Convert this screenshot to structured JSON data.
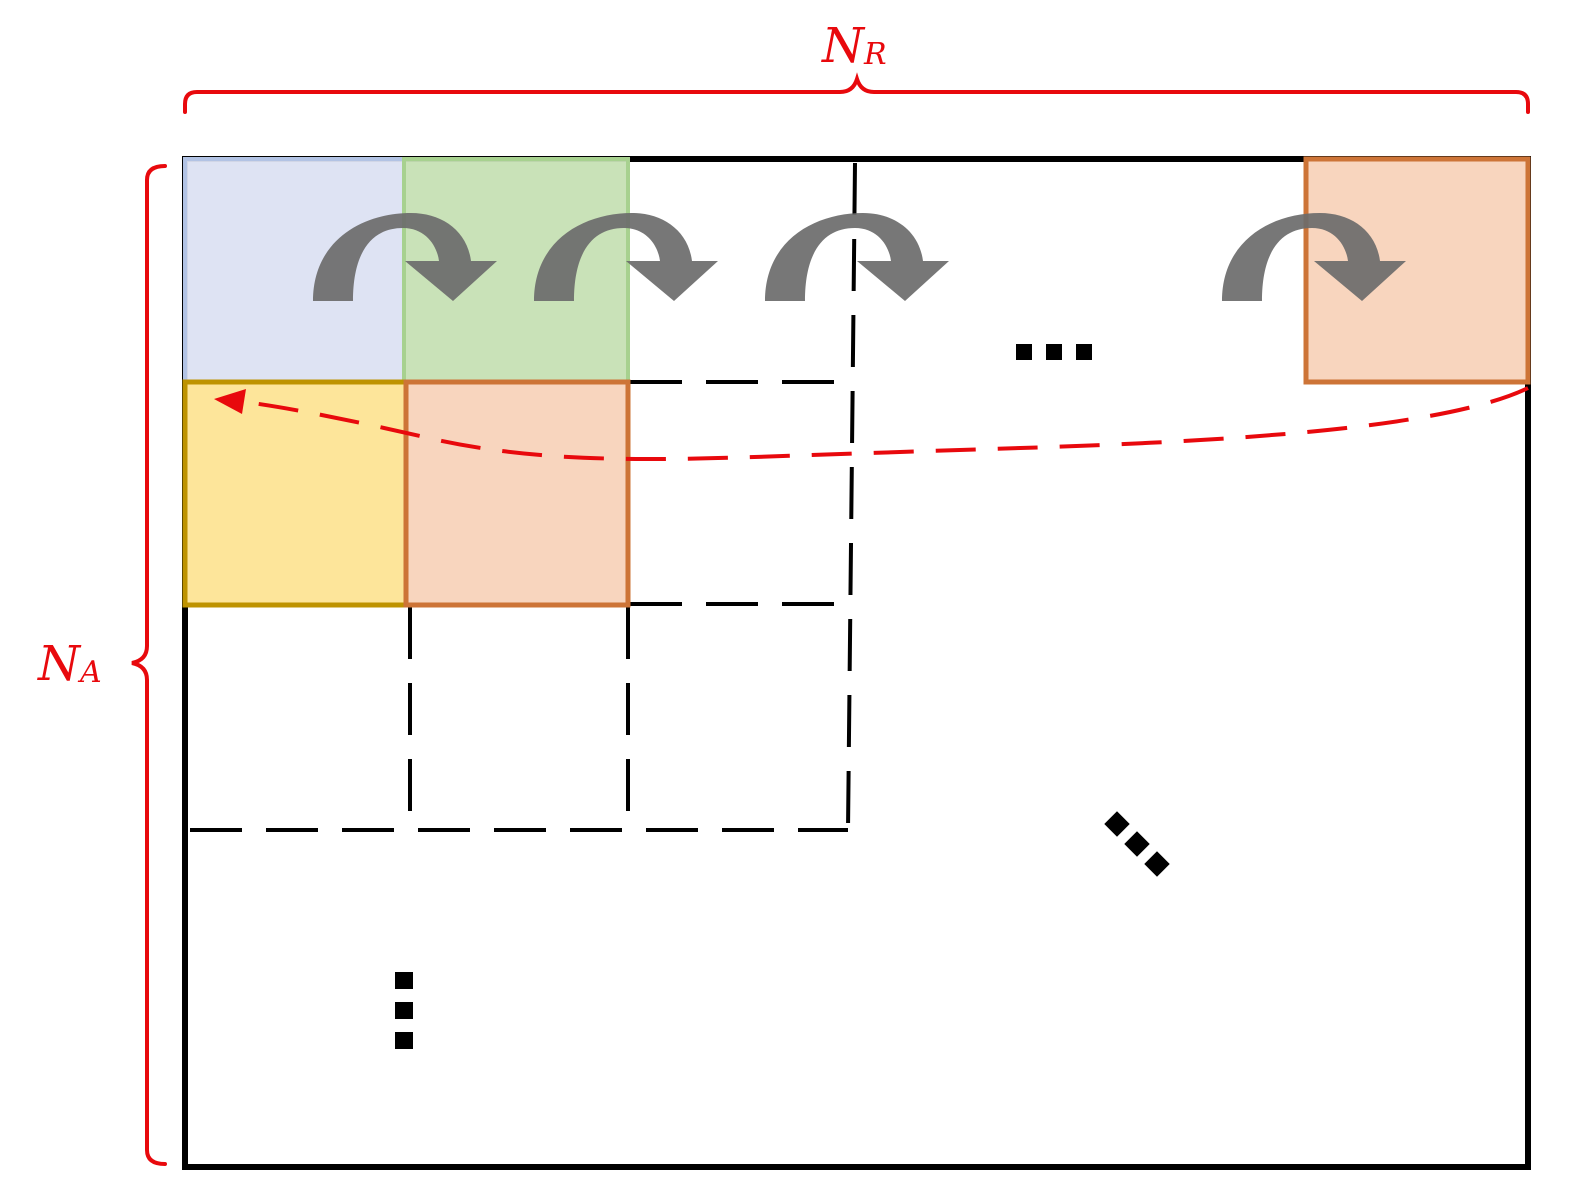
{
  "labels": {
    "width_main": "N",
    "width_sub": "R",
    "height_main": "N",
    "height_sub": "A"
  },
  "colors": {
    "annotation": "#e8090d",
    "frame": "#000000",
    "arrow": "#6b6b6b",
    "blue_fill": "#dce1f2",
    "blue_stroke": "#b2c3e4",
    "green_fill": "#c6e0b4",
    "green_stroke": "#a7d18f",
    "orange_fill": "#f8d5be",
    "orange_stroke": "#cd7437",
    "yellow_fill": "#fde59a",
    "yellow_stroke": "#be9300"
  },
  "icons": {
    "shift_arrow": "curved-shift-arrow-icon",
    "horizontal_ellipsis": "horizontal-ellipsis-icon",
    "vertical_ellipsis": "vertical-ellipsis-icon",
    "diagonal_ellipsis": "diagonal-ellipsis-icon"
  }
}
